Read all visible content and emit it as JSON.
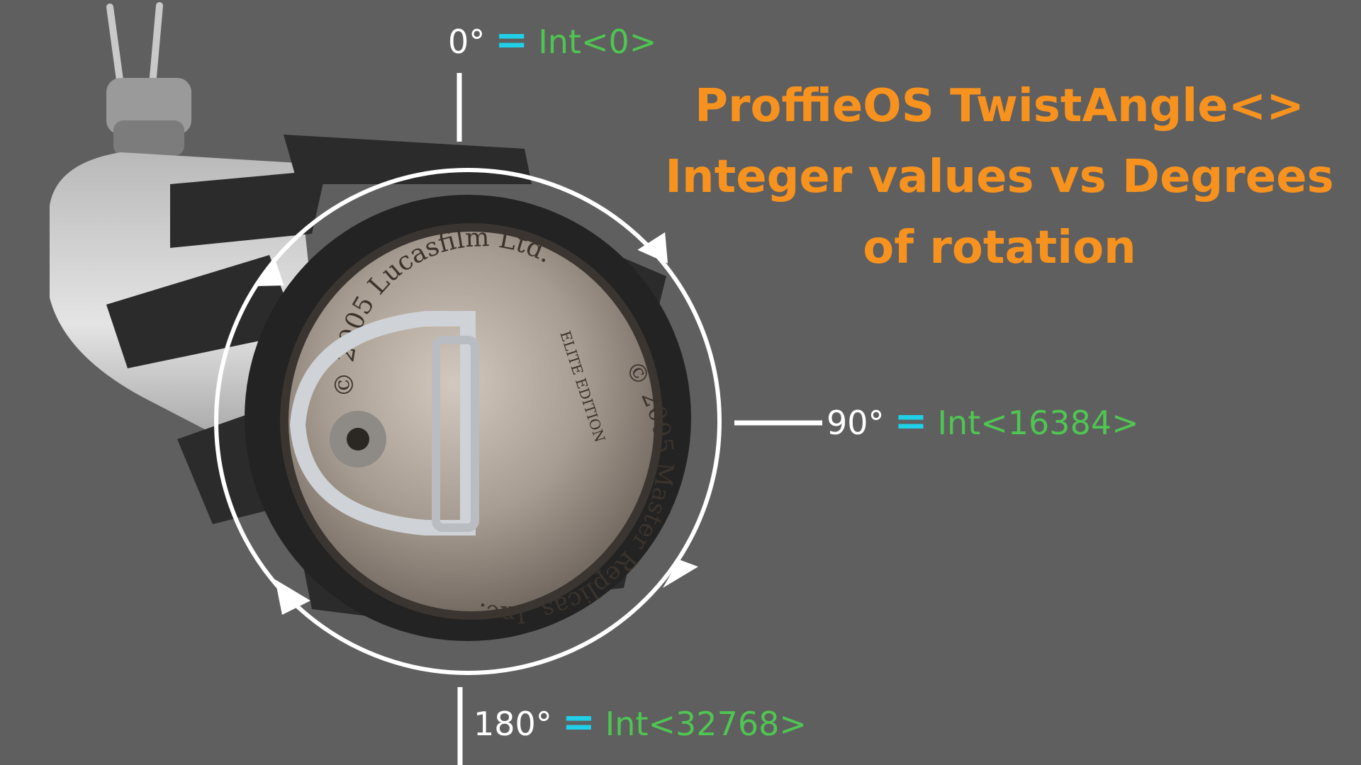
{
  "title": {
    "line1": "ProffieOS TwistAngle<>",
    "line2": "Integer values vs Degrees",
    "line3": "of rotation"
  },
  "labels": {
    "zero": {
      "deg": "0°",
      "eq": "=",
      "int": "Int<0>"
    },
    "ninety": {
      "deg": "90°",
      "eq": "=",
      "int": "Int<16384>"
    },
    "oneeighty": {
      "deg": "180°",
      "eq": "=",
      "int": "Int<32768>"
    }
  },
  "engraving": {
    "top": "© 2005 Lucasfilm Ltd.",
    "right": "© 2005 Master Replicas, Inc.",
    "edition": "ELITE EDITION"
  },
  "colors": {
    "background": "#5f5f5f",
    "title": "#f7921e",
    "equals": "#1fd0e8",
    "int_value": "#4fc552",
    "circle": "#ffffff"
  }
}
